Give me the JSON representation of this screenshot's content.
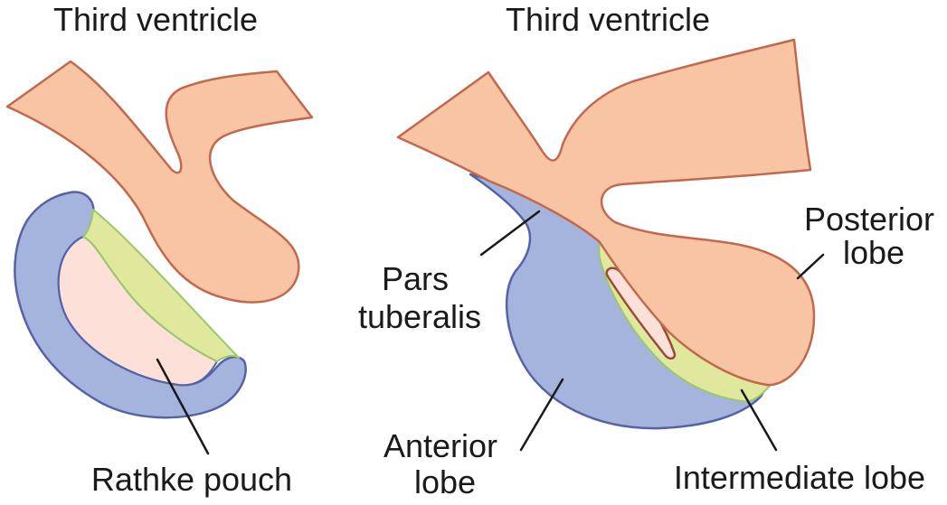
{
  "left_panel": {
    "title": "Third ventricle",
    "label_rathke_pouch": "Rathke pouch"
  },
  "right_panel": {
    "title": "Third ventricle",
    "label_pars_tuberalis": [
      "Pars",
      "tuberalis"
    ],
    "label_posterior_lobe": [
      "Posterior",
      "lobe"
    ],
    "label_anterior_lobe": [
      "Anterior",
      "lobe"
    ],
    "label_intermediate_lobe": "Intermediate lobe"
  },
  "colors": {
    "neural_tissue": "#f9c4a4",
    "neural_outline": "#c1694c",
    "anterior_lobe": "#a5b4dc",
    "anterior_outline": "#5562a8",
    "intermediate_lobe": "#dfe89c",
    "intermediate_outline": "#9bc86a",
    "pouch_lumen": "#fde1d8"
  }
}
